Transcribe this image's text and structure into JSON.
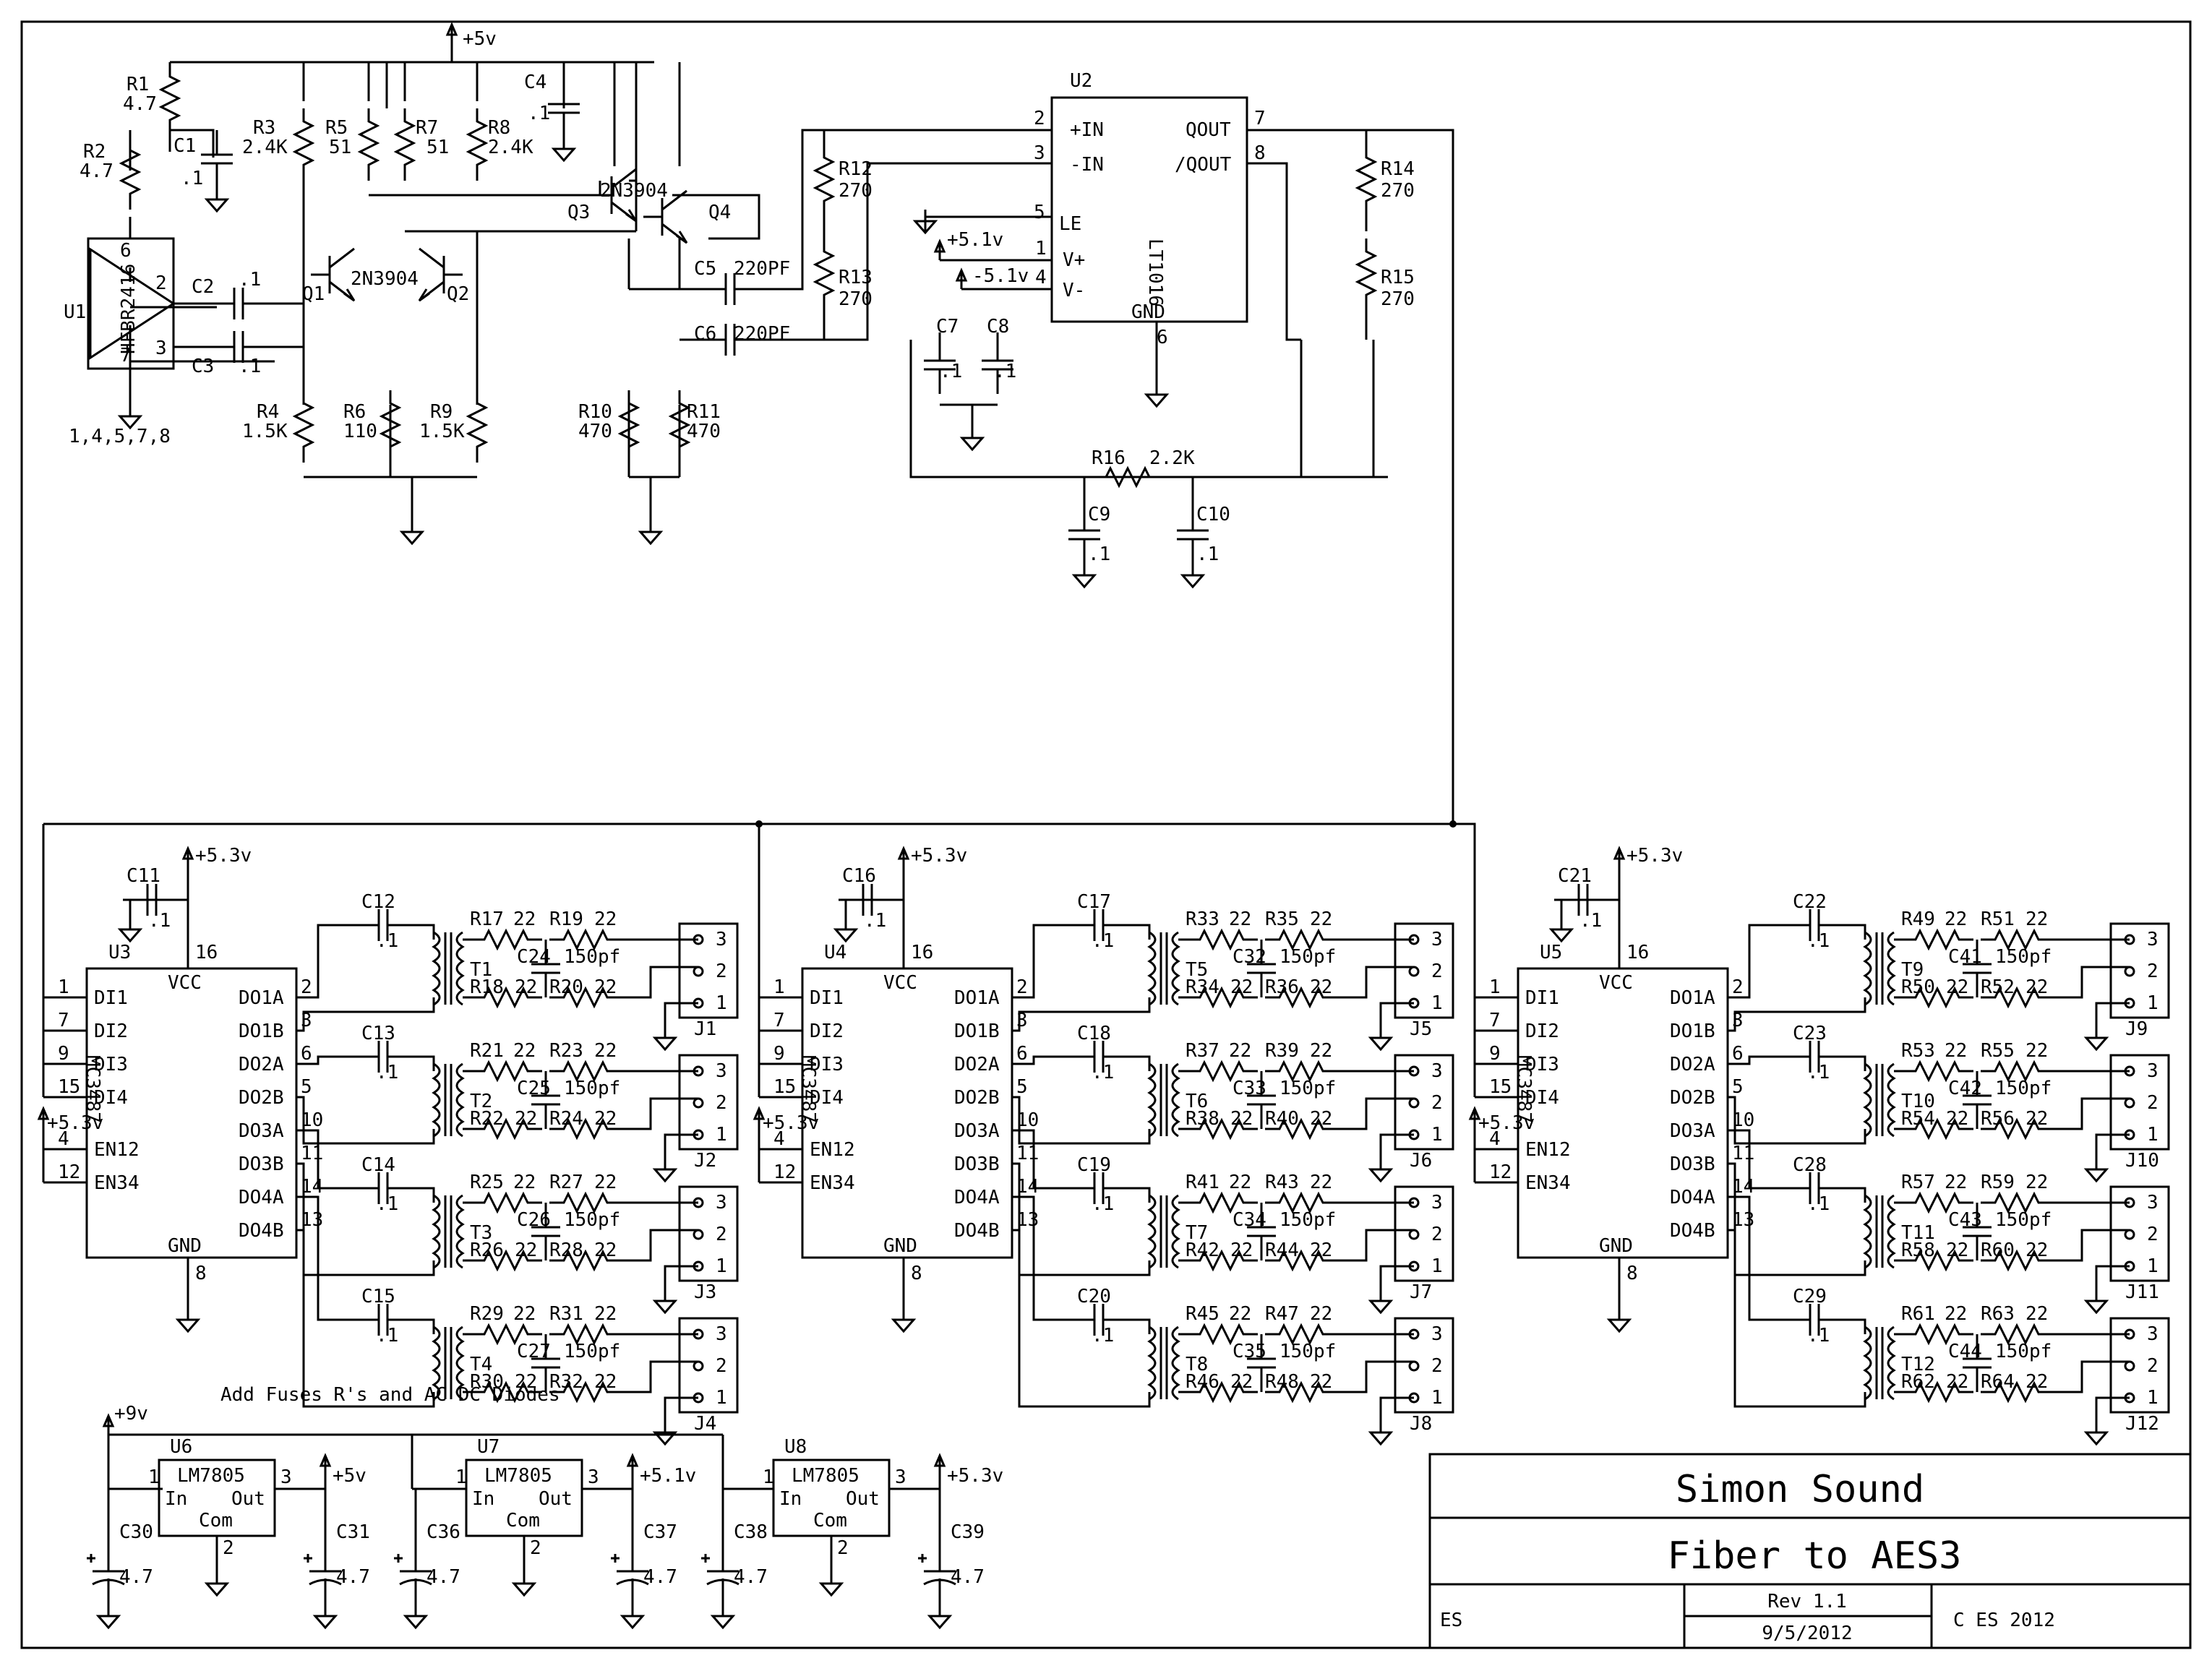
{
  "title_block": {
    "company": "Simon Sound",
    "title": "Fiber to AES3",
    "drawn_by": "ES",
    "revision": "Rev 1.1",
    "date": "9/5/2012",
    "copyright": "C ES 2012"
  },
  "note": "Add Fuses R's and AC DC Diodes",
  "rails": {
    "p5": "+5v",
    "p51": "+5.1v",
    "m51": "-5.1v",
    "p53": "+5.3v",
    "p9": "+9v"
  },
  "input_stage": {
    "u1": {
      "ref": "U1",
      "part": "HFBR2416",
      "pin6": "6",
      "pin2": "2",
      "pin3": "3",
      "pin7": "7",
      "gnd_pins": "1,4,5,7,8"
    },
    "r1": {
      "ref": "R1",
      "val": "4.7"
    },
    "r2": {
      "ref": "R2",
      "val": "4.7"
    },
    "c1": {
      "ref": "C1",
      "val": ".1"
    },
    "c2": {
      "ref": "C2",
      "val": ".1"
    },
    "c3": {
      "ref": "C3",
      "val": ".1"
    },
    "c4": {
      "ref": "C4",
      "val": ".1"
    },
    "r3": {
      "ref": "R3",
      "val": "2.4K"
    },
    "r5": {
      "ref": "R5",
      "val": "51"
    },
    "r7": {
      "ref": "R7",
      "val": "51"
    },
    "r8": {
      "ref": "R8",
      "val": "2.4K"
    },
    "r4": {
      "ref": "R4",
      "val": "1.5K"
    },
    "r6": {
      "ref": "R6",
      "val": "110"
    },
    "r9": {
      "ref": "R9",
      "val": "1.5K"
    },
    "r10": {
      "ref": "R10",
      "val": "470"
    },
    "r11": {
      "ref": "R11",
      "val": "470"
    },
    "q1": "Q1",
    "q2": "Q2",
    "q12_part": "2N3904",
    "q3": "Q3",
    "q4": "Q4",
    "q34_part": "2N3904",
    "c5": {
      "ref": "C5",
      "val": "220PF"
    },
    "c6": {
      "ref": "C6",
      "val": "220PF"
    }
  },
  "comparator": {
    "u2": {
      "ref": "U2",
      "part": "LT1016",
      "pin_inp": "+IN",
      "pin_inn": "-IN",
      "pin_le": "LE",
      "pin_vp": "V+",
      "pin_vm": "V-",
      "pin_q": "QOUT",
      "pin_qn": "/QOUT",
      "pin_gnd": "GND",
      "n2": "2",
      "n3": "3",
      "n5": "5",
      "n1": "1",
      "n4": "4",
      "n7": "7",
      "n8": "8",
      "n6": "6"
    },
    "r12": {
      "ref": "R12",
      "val": "270"
    },
    "r13": {
      "ref": "R13",
      "val": "270"
    },
    "r14": {
      "ref": "R14",
      "val": "270"
    },
    "r15": {
      "ref": "R15",
      "val": "270"
    },
    "r16": {
      "ref": "R16",
      "val": "2.2K"
    },
    "c7": {
      "ref": "C7",
      "val": ".1"
    },
    "c8": {
      "ref": "C8",
      "val": ".1"
    },
    "c9": {
      "ref": "C9",
      "val": ".1"
    },
    "c10": {
      "ref": "C10",
      "val": ".1"
    }
  },
  "driver_pins": {
    "vcc": "VCC",
    "gnd": "GND",
    "di1": "DI1",
    "di2": "DI2",
    "di3": "DI3",
    "di4": "DI4",
    "en12": "EN12",
    "en34": "EN34",
    "do1a": "DO1A",
    "do1b": "DO1B",
    "do2a": "DO2A",
    "do2b": "DO2B",
    "do3a": "DO3A",
    "do3b": "DO3B",
    "do4a": "DO4A",
    "do4b": "DO4B",
    "n1": "1",
    "n7": "7",
    "n9": "9",
    "n15": "15",
    "n4": "4",
    "n12": "12",
    "n16": "16",
    "n8": "8",
    "n2": "2",
    "n3": "3",
    "n6": "6",
    "n5": "5",
    "n10": "10",
    "n11": "11",
    "n14": "14",
    "n13": "13"
  },
  "drivers": [
    {
      "u": "U3",
      "part": "MC3487",
      "cdec": "C11",
      "cdec_val": ".1",
      "channels": [
        {
          "c": "C12",
          "cval": ".1",
          "t": "T1",
          "ra": "R17",
          "rb": "R19",
          "rc": "R18",
          "rd": "R20",
          "rval": "22",
          "cc": "C24",
          "ccval": "150pf",
          "j": "J1"
        },
        {
          "c": "C13",
          "cval": ".1",
          "t": "T2",
          "ra": "R21",
          "rb": "R23",
          "rc": "R22",
          "rd": "R24",
          "rval": "22",
          "cc": "C25",
          "ccval": "150pf",
          "j": "J2"
        },
        {
          "c": "C14",
          "cval": ".1",
          "t": "T3",
          "ra": "R25",
          "rb": "R27",
          "rc": "R26",
          "rd": "R28",
          "rval": "22",
          "cc": "C26",
          "ccval": "150pf",
          "j": "J3"
        },
        {
          "c": "C15",
          "cval": ".1",
          "t": "T4",
          "ra": "R29",
          "rb": "R31",
          "rc": "R30",
          "rd": "R32",
          "rval": "22",
          "cc": "C27",
          "ccval": "150pf",
          "j": "J4"
        }
      ]
    },
    {
      "u": "U4",
      "part": "MC3487",
      "cdec": "C16",
      "cdec_val": ".1",
      "channels": [
        {
          "c": "C17",
          "cval": ".1",
          "t": "T5",
          "ra": "R33",
          "rb": "R35",
          "rc": "R34",
          "rd": "R36",
          "rval": "22",
          "cc": "C32",
          "ccval": "150pf",
          "j": "J5"
        },
        {
          "c": "C18",
          "cval": ".1",
          "t": "T6",
          "ra": "R37",
          "rb": "R39",
          "rc": "R38",
          "rd": "R40",
          "rval": "22",
          "cc": "C33",
          "ccval": "150pf",
          "j": "J6"
        },
        {
          "c": "C19",
          "cval": ".1",
          "t": "T7",
          "ra": "R41",
          "rb": "R43",
          "rc": "R42",
          "rd": "R44",
          "rval": "22",
          "cc": "C34",
          "ccval": "150pf",
          "j": "J7"
        },
        {
          "c": "C20",
          "cval": ".1",
          "t": "T8",
          "ra": "R45",
          "rb": "R47",
          "rc": "R46",
          "rd": "R48",
          "rval": "22",
          "cc": "C35",
          "ccval": "150pf",
          "j": "J8"
        }
      ]
    },
    {
      "u": "U5",
      "part": "MC3487",
      "cdec": "C21",
      "cdec_val": ".1",
      "channels": [
        {
          "c": "C22",
          "cval": ".1",
          "t": "T9",
          "ra": "R49",
          "rb": "R51",
          "rc": "R50",
          "rd": "R52",
          "rval": "22",
          "cc": "C41",
          "ccval": "150pf",
          "j": "J9"
        },
        {
          "c": "C23",
          "cval": ".1",
          "t": "T10",
          "ra": "R53",
          "rb": "R55",
          "rc": "R54",
          "rd": "R56",
          "rval": "22",
          "cc": "C42",
          "ccval": "150pf",
          "j": "J10"
        },
        {
          "c": "C28",
          "cval": ".1",
          "t": "T11",
          "ra": "R57",
          "rb": "R59",
          "rc": "R58",
          "rd": "R60",
          "rval": "22",
          "cc": "C43",
          "ccval": "150pf",
          "j": "J11"
        },
        {
          "c": "C29",
          "cval": ".1",
          "t": "T12",
          "ra": "R61",
          "rb": "R63",
          "rc": "R62",
          "rd": "R64",
          "rval": "22",
          "cc": "C44",
          "ccval": "150pf",
          "j": "J12"
        }
      ]
    }
  ],
  "jack_pins": [
    "3",
    "2",
    "1"
  ],
  "regulators": [
    {
      "u": "U6",
      "part": "LM7805",
      "in": "In",
      "out": "Out",
      "com": "Com",
      "p1": "1",
      "p2": "2",
      "p3": "3",
      "cin": "C30",
      "cout": "C31",
      "cval": "4.7",
      "rail": "+5v"
    },
    {
      "u": "U7",
      "part": "LM7805",
      "in": "In",
      "out": "Out",
      "com": "Com",
      "p1": "1",
      "p2": "2",
      "p3": "3",
      "cin": "C36",
      "cout": "C37",
      "cval": "4.7",
      "rail": "+5.1v"
    },
    {
      "u": "U8",
      "part": "LM7805",
      "in": "In",
      "out": "Out",
      "com": "Com",
      "p1": "1",
      "p2": "2",
      "p3": "3",
      "cin": "C38",
      "cout": "C39",
      "cval": "4.7",
      "rail": "+5.3v"
    }
  ]
}
